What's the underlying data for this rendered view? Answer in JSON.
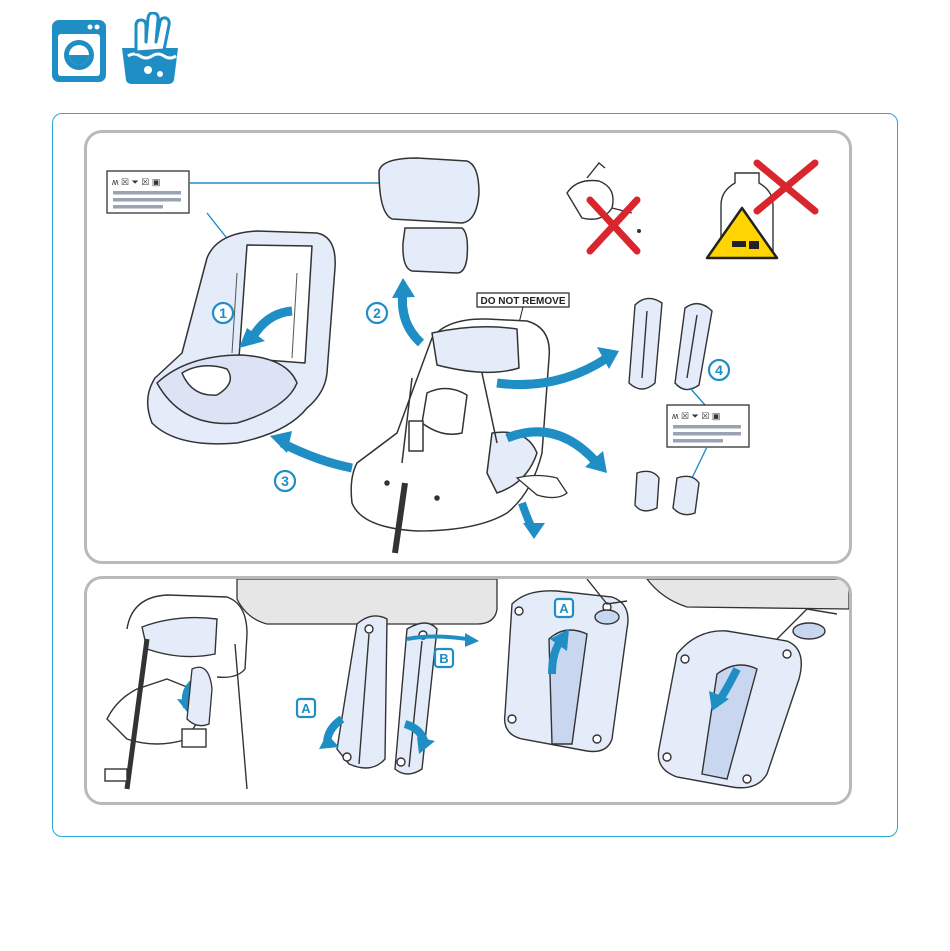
{
  "icons": {
    "machine_wash": "washing-machine-icon",
    "hand_wash": "hand-wash-icon"
  },
  "colors": {
    "accent": "#1e8ec5",
    "fabric": "#e4ebf9",
    "cross": "#d9262e",
    "warning": "#ffd400",
    "frame": "#2aa7d6"
  },
  "top_panel": {
    "do_not_remove": "DO NOT REMOVE",
    "step1": "1",
    "step2": "2",
    "step3": "3",
    "step4": "4"
  },
  "bottom_panel": {
    "label_a1": "A",
    "label_b": "B",
    "label_a2": "A"
  }
}
